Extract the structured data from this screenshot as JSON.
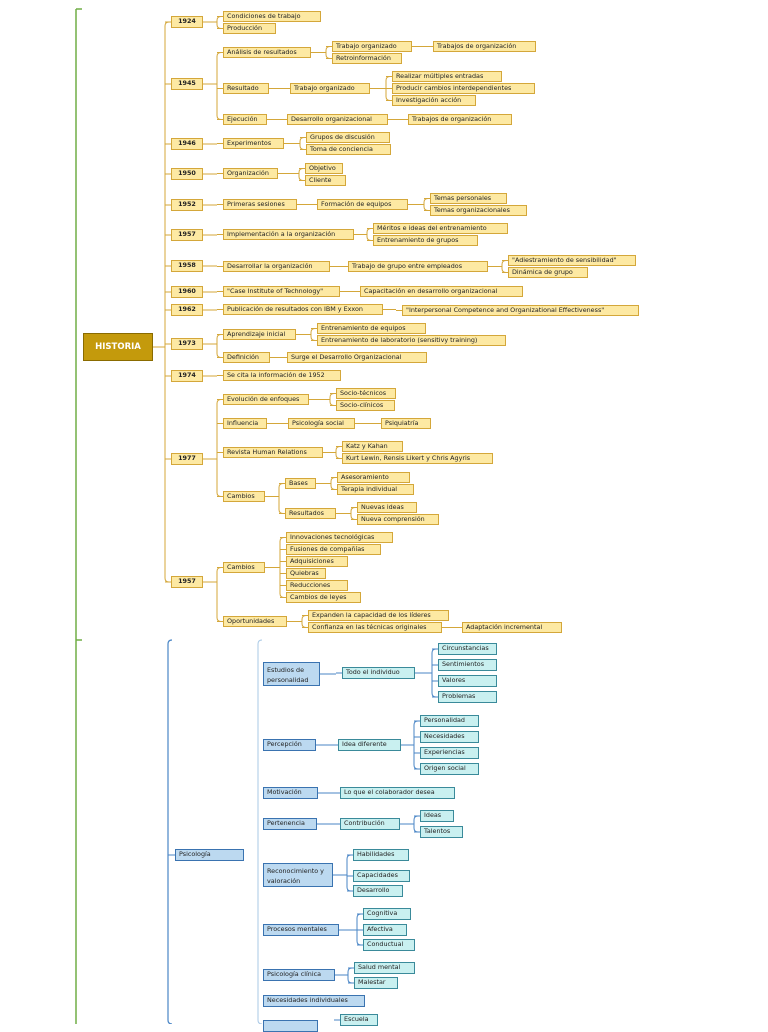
{
  "historia": {
    "title": "HISTORIA",
    "years": [
      {
        "year": "1924",
        "items": [
          {
            "label": "Condiciones de trabajo"
          },
          {
            "label": "Producción"
          }
        ]
      },
      {
        "year": "1945",
        "items": [
          {
            "label": "Análisis de resultados",
            "children": [
              {
                "label": "Trabajo organizado",
                "children": [
                  {
                    "label": "Trabajos de organización"
                  }
                ]
              },
              {
                "label": "Retroinformación"
              }
            ]
          },
          {
            "label": "Resultado",
            "children": [
              {
                "label": "Trabajo organizado",
                "children": [
                  {
                    "label": "Realizar múltiples entradas"
                  },
                  {
                    "label": "Producir cambios interdependientes"
                  },
                  {
                    "label": "Investigación acción"
                  }
                ]
              }
            ]
          },
          {
            "label": "Ejecución",
            "children": [
              {
                "label": "Desarrollo organizacional",
                "children": [
                  {
                    "label": "Trabajos de organización"
                  }
                ]
              }
            ]
          }
        ]
      },
      {
        "year": "1946",
        "items": [
          {
            "label": "Experimentos",
            "children": [
              {
                "label": "Grupos de discusión"
              },
              {
                "label": "Toma de conciencia"
              }
            ]
          }
        ]
      },
      {
        "year": "1950",
        "items": [
          {
            "label": "Organización",
            "children": [
              {
                "label": "Objetivo"
              },
              {
                "label": "Cliente"
              }
            ]
          }
        ]
      },
      {
        "year": "1952",
        "items": [
          {
            "label": "Primeras sesiones",
            "children": [
              {
                "label": "Formación de equipos",
                "children": [
                  {
                    "label": "Temas personales"
                  },
                  {
                    "label": "Temas organizacionales"
                  }
                ]
              }
            ]
          }
        ]
      },
      {
        "year": "1957",
        "items": [
          {
            "label": "Implementación a la organización",
            "children": [
              {
                "label": "Méritos e ideas del entrenamiento"
              },
              {
                "label": "Entrenamiento de grupos"
              }
            ]
          }
        ]
      },
      {
        "year": "1958",
        "items": [
          {
            "label": "Desarrollar la organización",
            "children": [
              {
                "label": "Trabajo de grupo entre empleados",
                "children": [
                  {
                    "label": "\"Adiestramiento de sensibilidad\""
                  },
                  {
                    "label": "Dinámica de grupo"
                  }
                ]
              }
            ]
          }
        ]
      },
      {
        "year": "1960",
        "items": [
          {
            "label": "\"Case Institute of Technology\"",
            "children": [
              {
                "label": "Capacitación en desarrollo organizacional"
              }
            ]
          }
        ]
      },
      {
        "year": "1962",
        "items": [
          {
            "label": "Publicación de resultados con IBM y Exxon",
            "children": [
              {
                "label": "\"Interpersonal Competence and Organizational Effectiveness\""
              }
            ]
          }
        ]
      },
      {
        "year": "1973",
        "items": [
          {
            "label": "Aprendizaje inicial",
            "children": [
              {
                "label": "Entrenamiento de equipos"
              },
              {
                "label": "Entrenamiento de laboratorio (sensitivy training)"
              }
            ]
          },
          {
            "label": "Definición",
            "children": [
              {
                "label": "Surge el Desarrollo Organizacional"
              }
            ]
          }
        ]
      },
      {
        "year": "1974",
        "items": [
          {
            "label": "Se cita la información de 1952"
          }
        ]
      },
      {
        "year": "1977",
        "items": [
          {
            "label": "Evolución de enfoques",
            "children": [
              {
                "label": "Socio-técnicos"
              },
              {
                "label": "Socio-clínicos"
              }
            ]
          },
          {
            "label": "Influencia",
            "children": [
              {
                "label": "Psicología social",
                "children": [
                  {
                    "label": "Psiquiatría"
                  }
                ]
              }
            ]
          },
          {
            "label": "Revista Human Relations",
            "children": [
              {
                "label": "Katz y Kahan"
              },
              {
                "label": "Kurt Lewin, Rensis Likert y Chris Agyris"
              }
            ]
          },
          {
            "label": "Cambios",
            "children": [
              {
                "label": "Bases",
                "children": [
                  {
                    "label": "Asesoramiento"
                  },
                  {
                    "label": "Terapia individual"
                  }
                ]
              },
              {
                "label": "Resultados",
                "children": [
                  {
                    "label": "Nuevas ideas"
                  },
                  {
                    "label": "Nueva comprensión"
                  }
                ]
              }
            ]
          }
        ]
      },
      {
        "year": "1957",
        "items": [
          {
            "label": "Cambios",
            "children": [
              {
                "label": "Innovaciones tecnológicas"
              },
              {
                "label": "Fusiones de compañías"
              },
              {
                "label": "Adquisiciones"
              },
              {
                "label": "Quiebras"
              },
              {
                "label": "Reducciones"
              },
              {
                "label": "Cambios de leyes"
              }
            ]
          },
          {
            "label": "Oportunidades",
            "children": [
              {
                "label": "Expanden la capacidad de los líderes"
              },
              {
                "label": "Confianza en las técnicas originales",
                "children": [
                  {
                    "label": "Adaptación incremental"
                  }
                ]
              }
            ]
          }
        ]
      }
    ]
  },
  "psicologia": {
    "title": "Psicología",
    "items": [
      {
        "label": "Estudios de personalidad",
        "children": [
          {
            "label": "Todo el individuo",
            "children": [
              {
                "label": "Circunstancias"
              },
              {
                "label": "Sentimientos"
              },
              {
                "label": "Valores"
              },
              {
                "label": "Problemas"
              }
            ]
          }
        ]
      },
      {
        "label": "Percepción",
        "children": [
          {
            "label": "Idea diferente",
            "children": [
              {
                "label": "Personalidad"
              },
              {
                "label": "Necesidades"
              },
              {
                "label": "Experiencias"
              },
              {
                "label": "Origen social"
              }
            ]
          }
        ]
      },
      {
        "label": "Motivación",
        "children": [
          {
            "label": "Lo que el colaborador desea"
          }
        ]
      },
      {
        "label": "Pertenencia",
        "children": [
          {
            "label": "Contribución",
            "children": [
              {
                "label": "Ideas"
              },
              {
                "label": "Talentos"
              }
            ]
          }
        ]
      },
      {
        "label": "Reconocimiento y valoración",
        "children": [
          {
            "label": "Habilidades"
          },
          {
            "label": "Capacidades"
          },
          {
            "label": "Desarrollo"
          }
        ]
      },
      {
        "label": "Procesos mentales",
        "children": [
          {
            "label": "Cognitiva"
          },
          {
            "label": "Afectiva"
          },
          {
            "label": "Conductual"
          }
        ]
      },
      {
        "label": "Psicología clínica",
        "children": [
          {
            "label": "Salud mental"
          },
          {
            "label": "Malestar"
          }
        ]
      },
      {
        "label": "Necesidades individuales"
      },
      {
        "label": "",
        "children": [
          {
            "label": "Escuela"
          }
        ]
      }
    ]
  },
  "colors": {
    "root_line": "#70ad47",
    "year_fill": "#fde9a3",
    "year_border": "#d4a73a",
    "historia_fill": "#c49a0c",
    "blue_line": "#4a86c6",
    "blue_fill": "#bcd9f0",
    "cyan_fill": "#c9f0f0"
  }
}
